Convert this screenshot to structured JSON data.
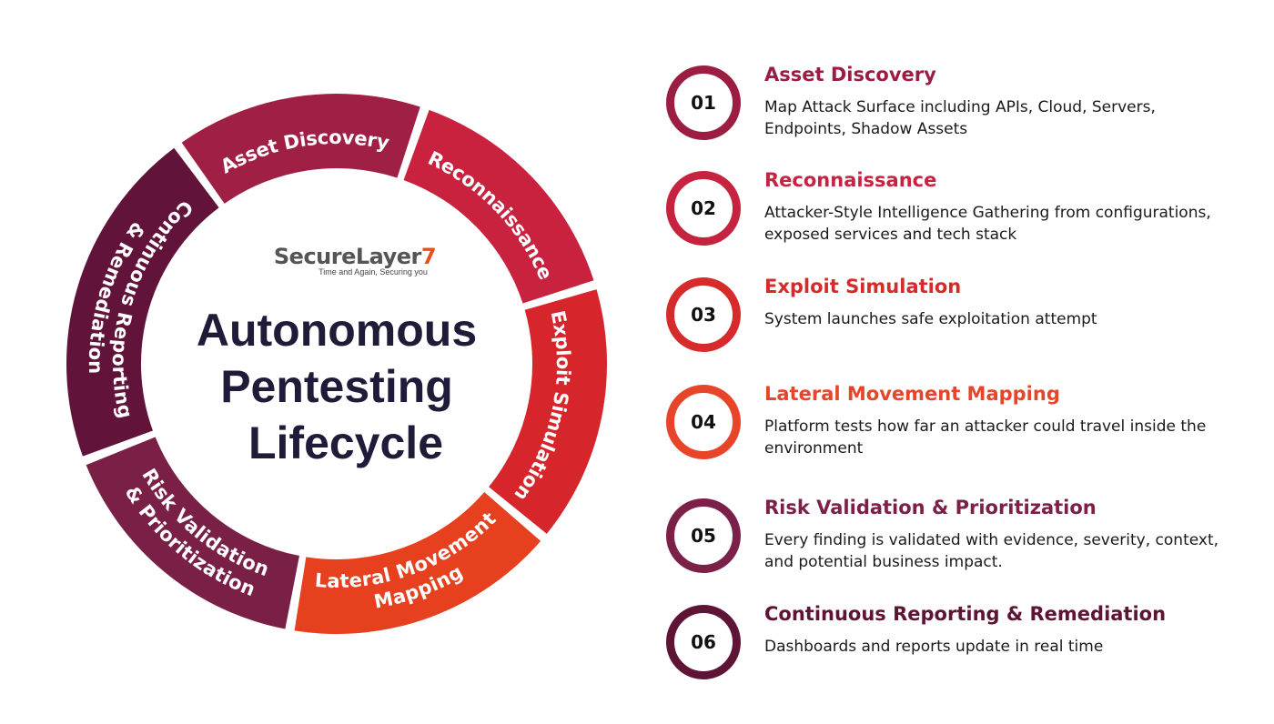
{
  "logo": {
    "name_main": "SecureLayer",
    "name_suffix": "7",
    "tagline": "Time and Again, Securing you"
  },
  "center_title": [
    "Autonomous",
    "Pentesting",
    "Lifecycle"
  ],
  "wheel": [
    {
      "lines": [
        "Asset Discovery"
      ],
      "color": "#a01f45"
    },
    {
      "lines": [
        "Reconnaissance"
      ],
      "color": "#c9223f"
    },
    {
      "lines": [
        "Exploit Simulation"
      ],
      "color": "#d7262b"
    },
    {
      "lines": [
        "Lateral Movement",
        "Mapping"
      ],
      "color": "#e6401f"
    },
    {
      "lines": [
        "Risk Validation",
        "& Prioritization"
      ],
      "color": "#7a1f45"
    },
    {
      "lines": [
        "Continuous Reporting",
        "& Remediation"
      ],
      "color": "#62133a"
    }
  ],
  "steps": [
    {
      "number": "01",
      "title": "Asset Discovery",
      "description": "Map Attack Surface including APIs, Cloud, Servers, Endpoints, Shadow Assets",
      "color": "#9c1d42"
    },
    {
      "number": "02",
      "title": "Reconnaissance",
      "description": "Attacker-Style Intelligence Gathering from configurations, exposed services  and tech stack",
      "color": "#c62340"
    },
    {
      "number": "03",
      "title": "Exploit Simulation",
      "description": "System launches safe exploitation attempt",
      "color": "#d72a2a"
    },
    {
      "number": "04",
      "title": "Lateral Movement Mapping",
      "description": "Platform tests how far an attacker could travel inside the environment",
      "color": "#e6452a"
    },
    {
      "number": "05",
      "title": "Risk Validation & Prioritization",
      "description": "Every finding is validated with evidence, severity, context, and potential business impact.",
      "color": "#7b2048"
    },
    {
      "number": "06",
      "title": "Continuous Reporting & Remediation",
      "description": "Dashboards and reports update in real time",
      "color": "#5e1535"
    }
  ]
}
